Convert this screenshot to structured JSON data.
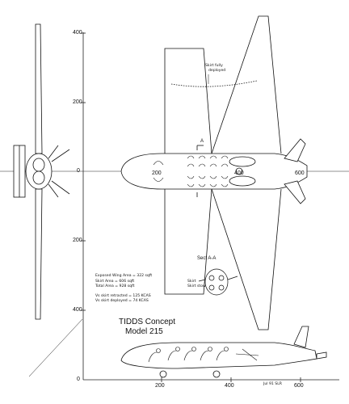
{
  "drawing": {
    "title_line1": "TIDDS Concept",
    "title_line2": "Model 215",
    "y_ticks": [
      "400",
      "200",
      "0",
      "200",
      "400"
    ],
    "side_y_tick": "0",
    "side_x_ticks": [
      "200",
      "400",
      "600"
    ],
    "plan_x_ticks": [
      "200",
      "400",
      "600"
    ],
    "skirt_note_line1": "Skirt fully",
    "skirt_note_line2": "deployed",
    "section_marker": "A",
    "section_title": "Sect A-A",
    "section_label1": "Skirt",
    "section_label2": "Skirt stow",
    "area_lines": [
      "Exposed Wing Area = 322 sqft",
      "Skirt Area = 606 sqft",
      "Total Area = 928 sqft"
    ],
    "speed_lines": [
      "Vs skirt retracted = 125 KCAS",
      "Vs skirt deployed = 74 KCAS"
    ],
    "drawing_credit": "Jul 91 SLR"
  }
}
